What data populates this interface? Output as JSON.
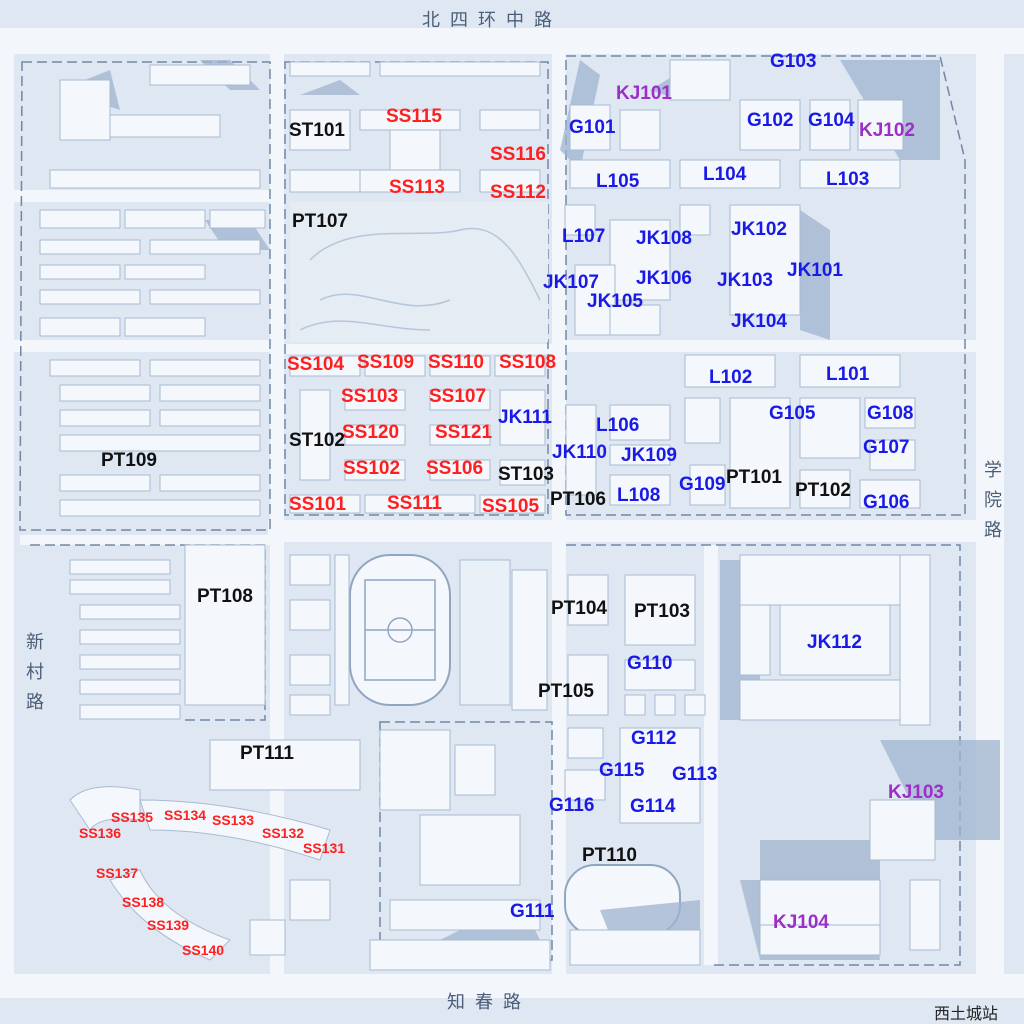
{
  "roads": {
    "north": "北四环中路",
    "south": "知春路",
    "west": [
      "新",
      "村",
      "路"
    ],
    "east": [
      "学",
      "院",
      "路"
    ]
  },
  "station": "西土城站",
  "colors": {
    "teaching_building": "#ff1f1f",
    "service_building": "#1a1ae6",
    "public_building": "#111111",
    "research_building": "#9b2fc8",
    "building_fill": "#f4f7fb",
    "building_shadow": "#9fb4cf",
    "road": "#f3f6fa",
    "ground": "#dfe7f2"
  },
  "labels": [
    {
      "id": "SS115",
      "cls": "red"
    },
    {
      "id": "SS116",
      "cls": "red"
    },
    {
      "id": "SS113",
      "cls": "red"
    },
    {
      "id": "SS112",
      "cls": "red"
    },
    {
      "id": "SS104",
      "cls": "red"
    },
    {
      "id": "SS109",
      "cls": "red"
    },
    {
      "id": "SS110",
      "cls": "red"
    },
    {
      "id": "SS108",
      "cls": "red"
    },
    {
      "id": "SS103",
      "cls": "red"
    },
    {
      "id": "SS107",
      "cls": "red"
    },
    {
      "id": "SS120",
      "cls": "red"
    },
    {
      "id": "SS121",
      "cls": "red"
    },
    {
      "id": "SS102",
      "cls": "red"
    },
    {
      "id": "SS106",
      "cls": "red"
    },
    {
      "id": "SS101",
      "cls": "red"
    },
    {
      "id": "SS111",
      "cls": "red"
    },
    {
      "id": "SS105",
      "cls": "red"
    },
    {
      "id": "SS135",
      "cls": "red-sm"
    },
    {
      "id": "SS134",
      "cls": "red-sm"
    },
    {
      "id": "SS133",
      "cls": "red-sm"
    },
    {
      "id": "SS136",
      "cls": "red-sm"
    },
    {
      "id": "SS132",
      "cls": "red-sm"
    },
    {
      "id": "SS131",
      "cls": "red-sm"
    },
    {
      "id": "SS137",
      "cls": "red-sm"
    },
    {
      "id": "SS138",
      "cls": "red-sm"
    },
    {
      "id": "SS139",
      "cls": "red-sm"
    },
    {
      "id": "SS140",
      "cls": "red-sm"
    },
    {
      "id": "ST101",
      "cls": "black"
    },
    {
      "id": "PT107",
      "cls": "black"
    },
    {
      "id": "ST102",
      "cls": "black"
    },
    {
      "id": "PT109",
      "cls": "black"
    },
    {
      "id": "ST103",
      "cls": "black"
    },
    {
      "id": "PT106",
      "cls": "black"
    },
    {
      "id": "PT101",
      "cls": "black"
    },
    {
      "id": "PT102",
      "cls": "black"
    },
    {
      "id": "PT108",
      "cls": "black"
    },
    {
      "id": "PT104",
      "cls": "black"
    },
    {
      "id": "PT103",
      "cls": "black"
    },
    {
      "id": "PT105",
      "cls": "black"
    },
    {
      "id": "PT111",
      "cls": "black"
    },
    {
      "id": "PT110",
      "cls": "black"
    },
    {
      "id": "G103",
      "cls": "blue"
    },
    {
      "id": "G101",
      "cls": "blue"
    },
    {
      "id": "G102",
      "cls": "blue"
    },
    {
      "id": "G104",
      "cls": "blue"
    },
    {
      "id": "L105",
      "cls": "blue"
    },
    {
      "id": "L104",
      "cls": "blue"
    },
    {
      "id": "L103",
      "cls": "blue"
    },
    {
      "id": "L107",
      "cls": "blue"
    },
    {
      "id": "JK108",
      "cls": "blue"
    },
    {
      "id": "JK102",
      "cls": "blue"
    },
    {
      "id": "JK107",
      "cls": "blue"
    },
    {
      "id": "JK106",
      "cls": "blue"
    },
    {
      "id": "JK103",
      "cls": "blue"
    },
    {
      "id": "JK101",
      "cls": "blue"
    },
    {
      "id": "JK105",
      "cls": "blue"
    },
    {
      "id": "JK104",
      "cls": "blue"
    },
    {
      "id": "L102",
      "cls": "blue"
    },
    {
      "id": "L101",
      "cls": "blue"
    },
    {
      "id": "JK111",
      "cls": "blue"
    },
    {
      "id": "G105",
      "cls": "blue"
    },
    {
      "id": "G108",
      "cls": "blue"
    },
    {
      "id": "L106",
      "cls": "blue"
    },
    {
      "id": "G107",
      "cls": "blue"
    },
    {
      "id": "JK110",
      "cls": "blue"
    },
    {
      "id": "JK109",
      "cls": "blue"
    },
    {
      "id": "G109",
      "cls": "blue"
    },
    {
      "id": "L108",
      "cls": "blue"
    },
    {
      "id": "G106",
      "cls": "blue"
    },
    {
      "id": "JK112",
      "cls": "blue"
    },
    {
      "id": "G110",
      "cls": "blue"
    },
    {
      "id": "G112",
      "cls": "blue"
    },
    {
      "id": "G115",
      "cls": "blue"
    },
    {
      "id": "G113",
      "cls": "blue"
    },
    {
      "id": "G116",
      "cls": "blue"
    },
    {
      "id": "G114",
      "cls": "blue"
    },
    {
      "id": "G111",
      "cls": "blue"
    },
    {
      "id": "KJ101",
      "cls": "purple"
    },
    {
      "id": "KJ102",
      "cls": "purple"
    },
    {
      "id": "KJ103",
      "cls": "purple"
    },
    {
      "id": "KJ104",
      "cls": "purple"
    }
  ]
}
